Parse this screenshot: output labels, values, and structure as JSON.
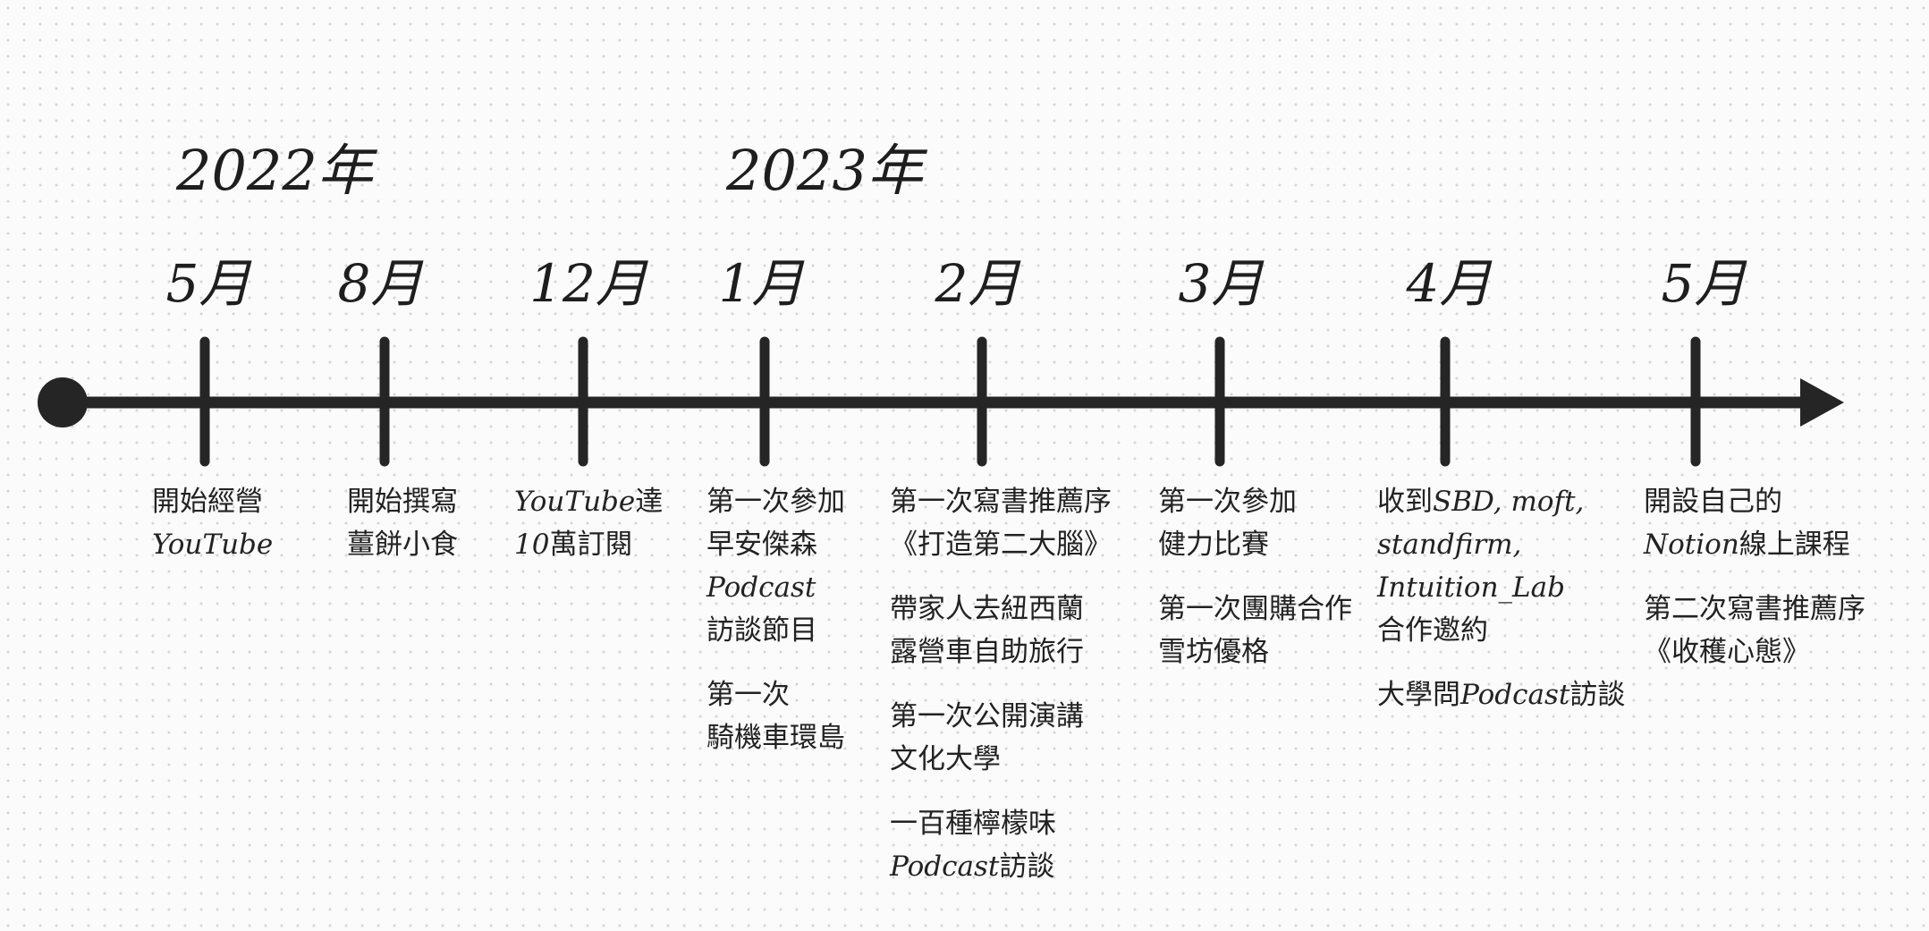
{
  "years": [
    {
      "label": "2022年"
    },
    {
      "label": "2023年"
    }
  ],
  "months": [
    {
      "label": "5月"
    },
    {
      "label": "8月"
    },
    {
      "label": "12月"
    },
    {
      "label": "1月"
    },
    {
      "label": "2月"
    },
    {
      "label": "3月"
    },
    {
      "label": "4月"
    },
    {
      "label": "5月"
    }
  ],
  "events": [
    [
      {
        "lines": [
          [
            {
              "t": "開始經營"
            }
          ],
          [
            {
              "t": "YouTube",
              "i": true
            }
          ]
        ]
      }
    ],
    [
      {
        "lines": [
          [
            {
              "t": "開始撰寫"
            }
          ],
          [
            {
              "t": "薑餅小食"
            }
          ]
        ]
      }
    ],
    [
      {
        "lines": [
          [
            {
              "t": "YouTube",
              "i": true
            },
            {
              "t": "達"
            }
          ],
          [
            {
              "t": "10",
              "i": true
            },
            {
              "t": "萬訂閱"
            }
          ]
        ]
      }
    ],
    [
      {
        "lines": [
          [
            {
              "t": "第一次參加"
            }
          ],
          [
            {
              "t": "早安傑森"
            }
          ],
          [
            {
              "t": "Podcast",
              "i": true
            }
          ],
          [
            {
              "t": "訪談節目"
            }
          ]
        ]
      },
      {
        "lines": [
          [
            {
              "t": "第一次"
            }
          ],
          [
            {
              "t": "騎機車環島"
            }
          ]
        ]
      }
    ],
    [
      {
        "lines": [
          [
            {
              "t": "第一次寫書推薦序"
            }
          ],
          [
            {
              "t": "《打造第二大腦》"
            }
          ]
        ]
      },
      {
        "lines": [
          [
            {
              "t": "帶家人去紐西蘭"
            }
          ],
          [
            {
              "t": "露營車自助旅行"
            }
          ]
        ]
      },
      {
        "lines": [
          [
            {
              "t": "第一次公開演講"
            }
          ],
          [
            {
              "t": "文化大學"
            }
          ]
        ]
      },
      {
        "lines": [
          [
            {
              "t": "一百種檸檬味"
            }
          ],
          [
            {
              "t": "Podcast",
              "i": true
            },
            {
              "t": "訪談"
            }
          ]
        ]
      }
    ],
    [
      {
        "lines": [
          [
            {
              "t": "第一次參加"
            }
          ],
          [
            {
              "t": "健力比賽"
            }
          ]
        ]
      },
      {
        "lines": [
          [
            {
              "t": "第一次團購合作"
            }
          ],
          [
            {
              "t": "雪坊優格"
            }
          ]
        ]
      }
    ],
    [
      {
        "lines": [
          [
            {
              "t": "收到"
            },
            {
              "t": "SBD, moft,",
              "i": true
            }
          ],
          [
            {
              "t": "standfirm,",
              "i": true
            }
          ],
          [
            {
              "t": "Intuition_Lab",
              "i": true
            }
          ],
          [
            {
              "t": "合作邀約"
            }
          ]
        ]
      },
      {
        "lines": [
          [
            {
              "t": "大學問"
            },
            {
              "t": "Podcast",
              "i": true
            },
            {
              "t": "訪談"
            }
          ]
        ]
      }
    ],
    [
      {
        "lines": [
          [
            {
              "t": "開設自己的"
            }
          ],
          [
            {
              "t": "Notion",
              "i": true
            },
            {
              "t": "線上課程"
            }
          ]
        ]
      },
      {
        "lines": [
          [
            {
              "t": "第二次寫書推薦序"
            }
          ],
          [
            {
              "t": "《收穫心態》"
            }
          ]
        ]
      }
    ]
  ],
  "colors": {
    "axis": "#252525",
    "text": "#222222",
    "background": "#fbfbfb",
    "grid_dot": "#d6d6d6"
  }
}
